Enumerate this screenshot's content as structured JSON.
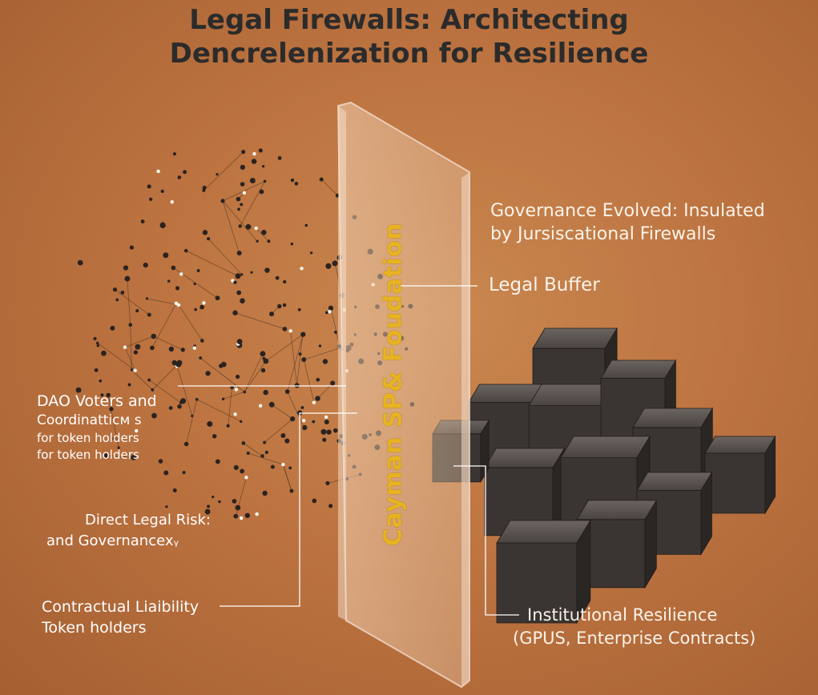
{
  "title": {
    "line1": "Legal Firewalls: Architecting",
    "line2": "Dencrelenization for Resilience"
  },
  "glass_label": "Cayman SP& Foudation",
  "right_labels": {
    "governance_line1": "Governance Evolved: Insulated",
    "governance_line2": "by Jursiscational Firewalls",
    "legal_buffer": "Legal Buffer",
    "institutional_line1": "Institutional Resilience",
    "institutional_line2": "(GPUS, Enterprise Contracts)"
  },
  "left_labels": {
    "dao_line1": "DAO Voters and",
    "dao_line2": "Coordinattiсм s",
    "dao_line3": "for token holders",
    "dao_line4": "for token holders",
    "risk_line1": "Direct Legal Risk:",
    "risk_line2": "and Governancexᵧ",
    "liability_line1": "Contractual Liaibility",
    "liability_line2": "Token holders"
  },
  "colors": {
    "background": "#bd7441",
    "title": "#2b2b2b",
    "glass_text": "#e8b321",
    "cube": "#3a3532"
  }
}
